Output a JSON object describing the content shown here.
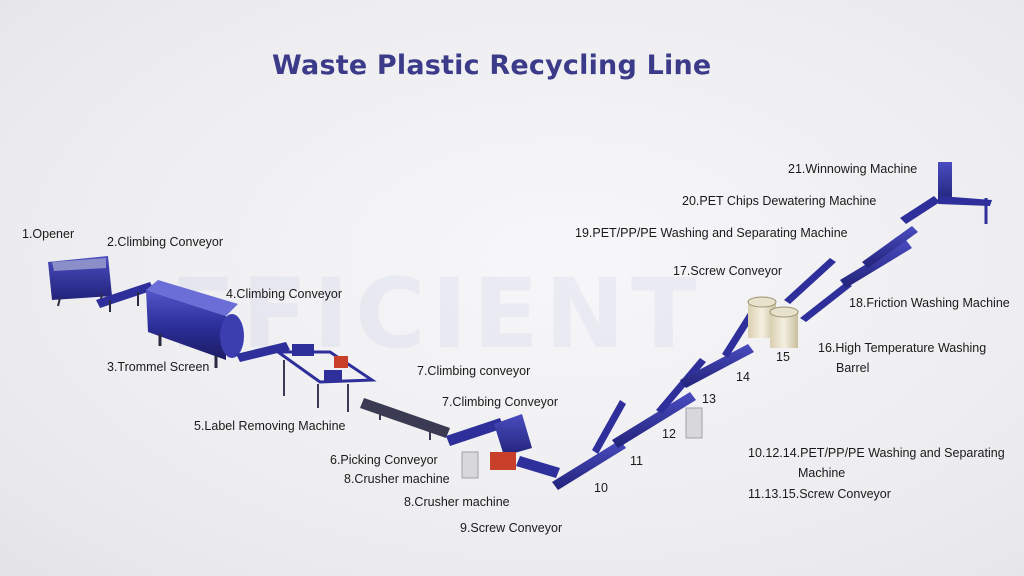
{
  "title": "Waste Plastic Recycling Line",
  "watermark": "EFICIENT",
  "colors": {
    "machine": "#2e2f9a",
    "machine_dark": "#1e1f6e",
    "frame": "#3a3a52",
    "accent": "#c8402a",
    "title": "#3b3b8a"
  },
  "labels": {
    "l1": "1.Opener",
    "l2": "2.Climbing Conveyor",
    "l3": "3.Trommel Screen",
    "l4": "4.Climbing Conveyor",
    "l5": "5.Label Removing Machine",
    "l6": "6.Picking Conveyor",
    "l7a": "7.Climbing conveyor",
    "l7b": "7.Climbing Conveyor",
    "l8a": "8.Crusher machine",
    "l8b": "8.Crusher machine",
    "l9": "9.Screw Conveyor",
    "n10": "10",
    "n11": "11",
    "n12": "12",
    "n13": "13",
    "n14": "14",
    "n15": "15",
    "l16a": "16.High Temperature Washing",
    "l16b": "Barrel",
    "l17": "17.Screw Conveyor",
    "l18": "18.Friction Washing Machine",
    "l19": "19.PET/PP/PE Washing and Separating Machine",
    "l20": "20.PET  Chips Dewatering Machine",
    "l21": "21.Winnowing Machine",
    "legend_a1": "10.12.14.PET/PP/PE Washing and Separating",
    "legend_a2": "Machine",
    "legend_b": "11.13.15.Screw Conveyor"
  }
}
